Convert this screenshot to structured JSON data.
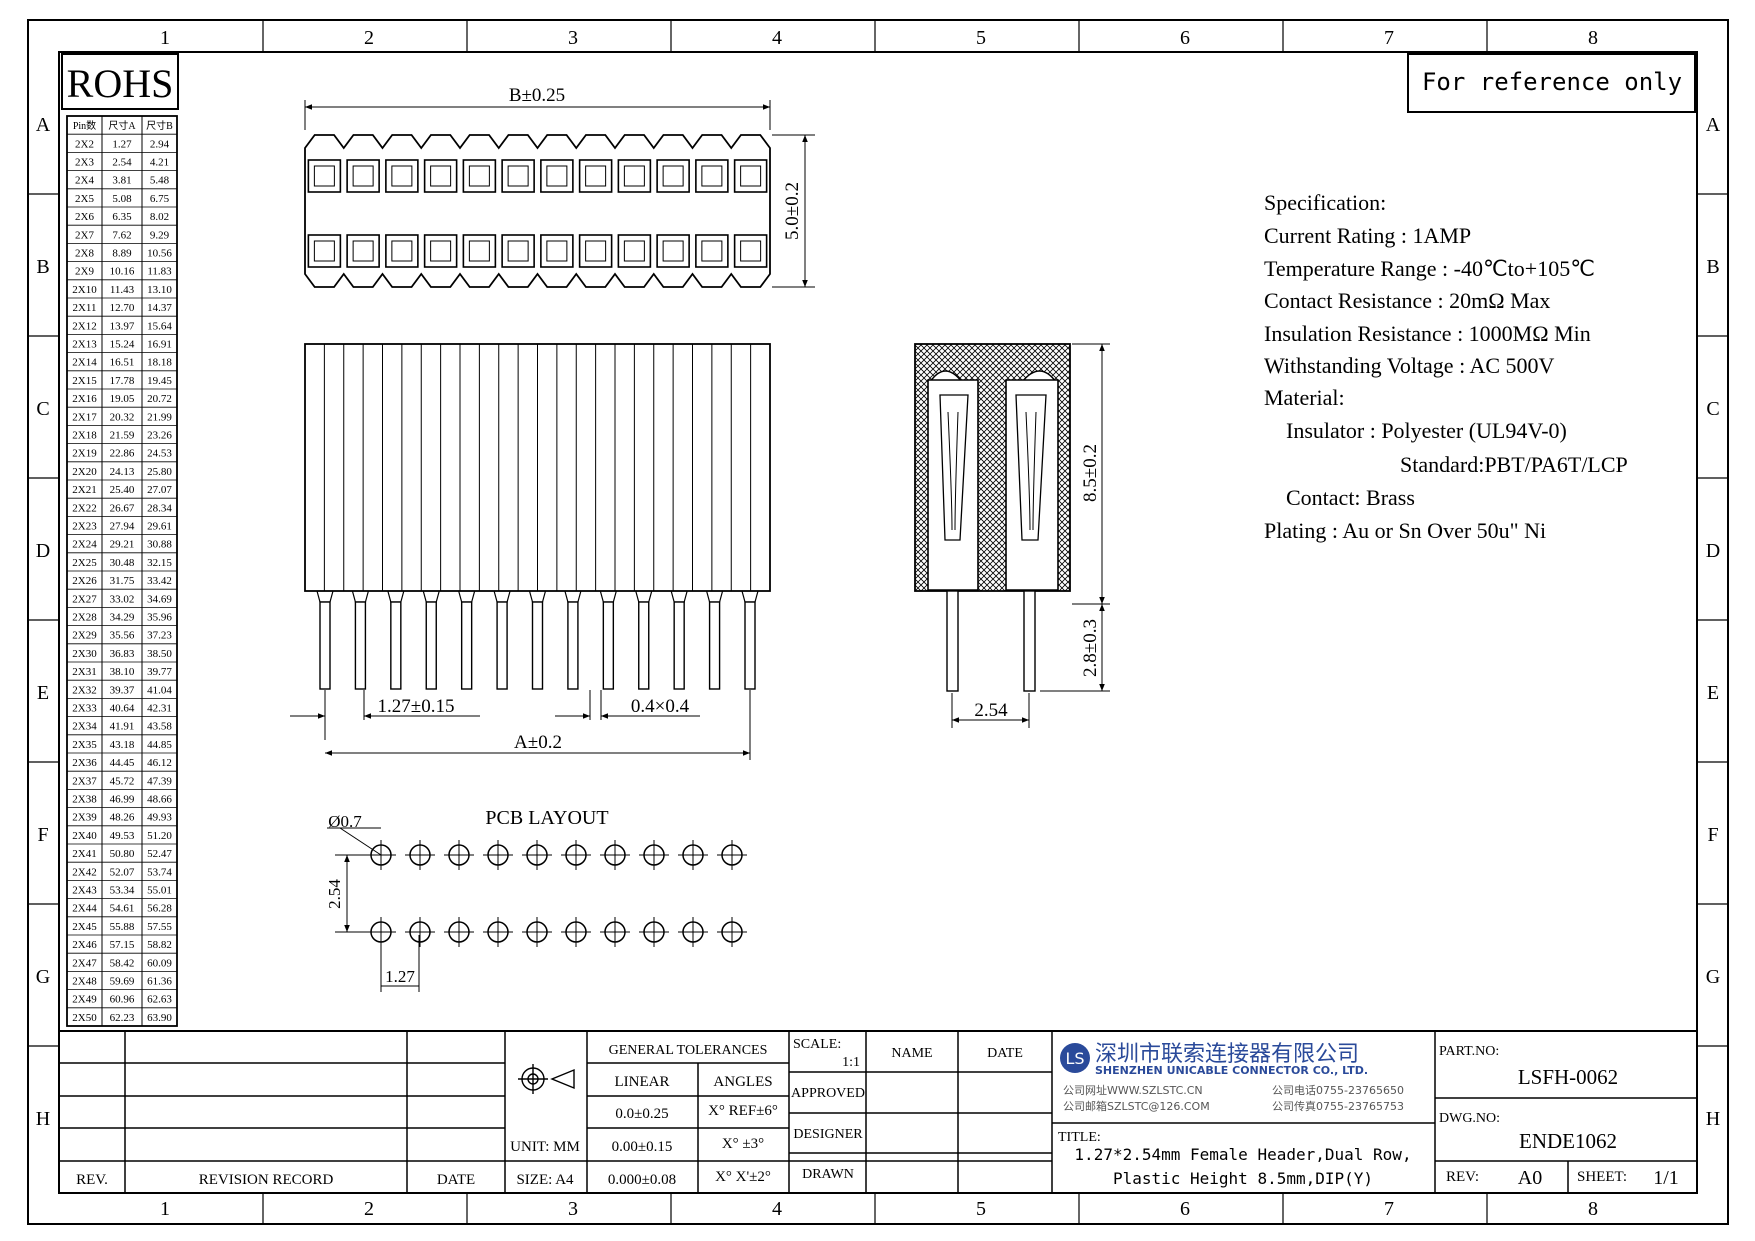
{
  "border": {
    "columns": [
      "1",
      "2",
      "3",
      "4",
      "5",
      "6",
      "7",
      "8"
    ],
    "rows": [
      "A",
      "B",
      "C",
      "D",
      "E",
      "F",
      "G",
      "H"
    ]
  },
  "rohs_label": "ROHS",
  "reference_note": "For reference only",
  "size_table": {
    "headers": [
      "Pin数",
      "尺寸A",
      "尺寸B"
    ],
    "rows": [
      [
        "2X2",
        "1.27",
        "2.94"
      ],
      [
        "2X3",
        "2.54",
        "4.21"
      ],
      [
        "2X4",
        "3.81",
        "5.48"
      ],
      [
        "2X5",
        "5.08",
        "6.75"
      ],
      [
        "2X6",
        "6.35",
        "8.02"
      ],
      [
        "2X7",
        "7.62",
        "9.29"
      ],
      [
        "2X8",
        "8.89",
        "10.56"
      ],
      [
        "2X9",
        "10.16",
        "11.83"
      ],
      [
        "2X10",
        "11.43",
        "13.10"
      ],
      [
        "2X11",
        "12.70",
        "14.37"
      ],
      [
        "2X12",
        "13.97",
        "15.64"
      ],
      [
        "2X13",
        "15.24",
        "16.91"
      ],
      [
        "2X14",
        "16.51",
        "18.18"
      ],
      [
        "2X15",
        "17.78",
        "19.45"
      ],
      [
        "2X16",
        "19.05",
        "20.72"
      ],
      [
        "2X17",
        "20.32",
        "21.99"
      ],
      [
        "2X18",
        "21.59",
        "23.26"
      ],
      [
        "2X19",
        "22.86",
        "24.53"
      ],
      [
        "2X20",
        "24.13",
        "25.80"
      ],
      [
        "2X21",
        "25.40",
        "27.07"
      ],
      [
        "2X22",
        "26.67",
        "28.34"
      ],
      [
        "2X23",
        "27.94",
        "29.61"
      ],
      [
        "2X24",
        "29.21",
        "30.88"
      ],
      [
        "2X25",
        "30.48",
        "32.15"
      ],
      [
        "2X26",
        "31.75",
        "33.42"
      ],
      [
        "2X27",
        "33.02",
        "34.69"
      ],
      [
        "2X28",
        "34.29",
        "35.96"
      ],
      [
        "2X29",
        "35.56",
        "37.23"
      ],
      [
        "2X30",
        "36.83",
        "38.50"
      ],
      [
        "2X31",
        "38.10",
        "39.77"
      ],
      [
        "2X32",
        "39.37",
        "41.04"
      ],
      [
        "2X33",
        "40.64",
        "42.31"
      ],
      [
        "2X34",
        "41.91",
        "43.58"
      ],
      [
        "2X35",
        "43.18",
        "44.85"
      ],
      [
        "2X36",
        "44.45",
        "46.12"
      ],
      [
        "2X37",
        "45.72",
        "47.39"
      ],
      [
        "2X38",
        "46.99",
        "48.66"
      ],
      [
        "2X39",
        "48.26",
        "49.93"
      ],
      [
        "2X40",
        "49.53",
        "51.20"
      ],
      [
        "2X41",
        "50.80",
        "52.47"
      ],
      [
        "2X42",
        "52.07",
        "53.74"
      ],
      [
        "2X43",
        "53.34",
        "55.01"
      ],
      [
        "2X44",
        "54.61",
        "56.28"
      ],
      [
        "2X45",
        "55.88",
        "57.55"
      ],
      [
        "2X46",
        "57.15",
        "58.82"
      ],
      [
        "2X47",
        "58.42",
        "60.09"
      ],
      [
        "2X48",
        "59.69",
        "61.36"
      ],
      [
        "2X49",
        "60.96",
        "62.63"
      ],
      [
        "2X50",
        "62.23",
        "63.90"
      ]
    ]
  },
  "dimensions": {
    "top_width": "B±0.25",
    "top_height": "5.0±0.2",
    "pin_pitch": "1.27±0.15",
    "pin_size": "0.4×0.4",
    "overall_a": "A±0.2",
    "body_height": "8.5±0.2",
    "tail_length": "2.8±0.3",
    "row_pitch": "2.54"
  },
  "pcb_layout": {
    "title": "PCB LAYOUT",
    "hole_diameter": "Ø0.7",
    "row_spacing": "2.54",
    "pitch": "1.27"
  },
  "specification": {
    "lines": [
      "Specification:",
      "Current Rating : 1AMP",
      "Temperature Range : -40℃to+105℃",
      "Contact Resistance : 20mΩ Max",
      "Insulation Resistance : 1000MΩ Min",
      "Withstanding Voltage : AC 500V",
      "Material:",
      "Insulator : Polyester (UL94V-0)",
      "Standard:PBT/PA6T/LCP",
      "Contact: Brass",
      "Plating : Au or Sn Over 50u\" Ni"
    ]
  },
  "title_block": {
    "rev_label": "REV.",
    "revision_record_label": "REVISION RECORD",
    "date_label": "DATE",
    "unit": "UNIT: MM",
    "size": "SIZE: A4",
    "general_tolerances": "GENERAL TOLERANCES",
    "linear": "LINEAR",
    "angles": "ANGLES",
    "tol_linear": [
      "0.0±0.25",
      "0.00±0.15",
      "0.000±0.08"
    ],
    "tol_angles": [
      "X° REF±6°",
      "X° ±3°",
      "X° X'±2°"
    ],
    "scale_label": "SCALE:",
    "scale_value": "1:1",
    "name_label": "NAME",
    "date_col_label": "DATE",
    "approved": "APPROVED",
    "designer": "DESIGNER",
    "drawn": "DRAWN",
    "company_cn": "深圳市联索连接器有限公司",
    "company_en": "SHENZHEN UNICABLE CONNECTOR CO., LTD.",
    "web": "公司网址WWW.SZLSTC.CN",
    "email": "公司邮箱SZLSTC@126.COM",
    "phone": "公司电话0755-23765650",
    "fax": "公司传真0755-23765753",
    "title_label": "TITLE:",
    "title_line1": "1.27*2.54mm Female Header,Dual Row,",
    "title_line2": "Plastic Height 8.5mm,DIP(Y)",
    "part_no_label": "PART.NO:",
    "part_no": "LSFH-0062",
    "dwg_no_label": "DWG.NO:",
    "dwg_no": "ENDE1062",
    "rev_value_label": "REV:",
    "rev_value": "A0",
    "sheet_label": "SHEET:",
    "sheet_value": "1/1"
  }
}
